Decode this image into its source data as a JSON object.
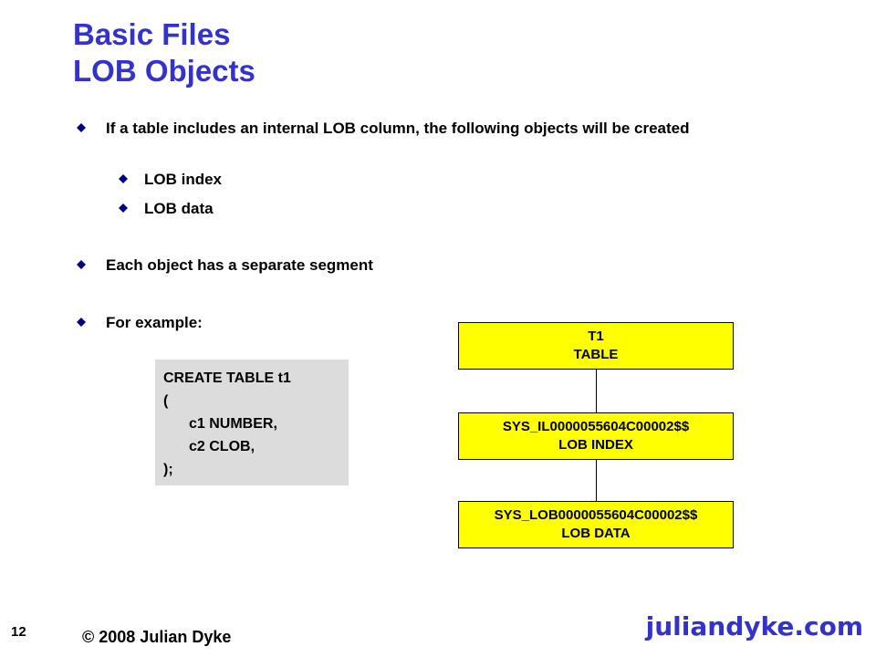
{
  "slide": {
    "title_line1": "Basic Files",
    "title_line2": "LOB Objects",
    "bullets": [
      {
        "text": "If a table includes an internal LOB column, the following objects will be created",
        "sub_bullets": [
          "LOB index",
          "LOB data"
        ]
      },
      {
        "text": "Each object has a separate segment"
      },
      {
        "text": "For example:"
      }
    ],
    "code_lines": [
      "CREATE TABLE t1",
      "(",
      "c1 NUMBER,",
      "c2 CLOB,",
      ");"
    ],
    "diagram": {
      "nodes": [
        {
          "name": "T1",
          "type": "TABLE"
        },
        {
          "name": "SYS_IL0000055604C00002$$",
          "type": "LOB INDEX"
        },
        {
          "name": "SYS_LOB0000055604C00002$$",
          "type": "LOB DATA"
        }
      ]
    },
    "footer": {
      "page_number": "12",
      "copyright": "© 2008 Julian Dyke",
      "brand": "juliandyke.com"
    },
    "colors": {
      "title": "#3333cc",
      "bullet_marker": "#000080",
      "node_fill": "#ffff00",
      "code_background": "#dcdcdc",
      "brand": "#3333cc"
    },
    "icons": {
      "bullet": "diamond-bullet-icon"
    }
  }
}
